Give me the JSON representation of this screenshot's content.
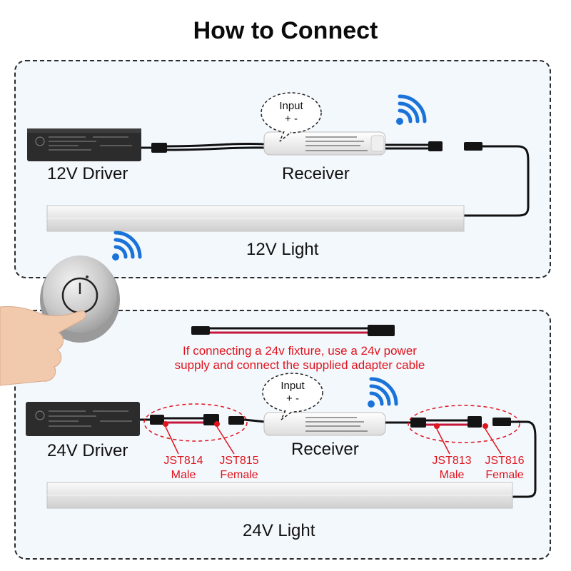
{
  "title": "How to Connect",
  "top_section": {
    "driver_label": "12V Driver",
    "receiver_label": "Receiver",
    "light_label": "12V Light",
    "input_bubble": {
      "label": "Input",
      "signs": "+ -"
    }
  },
  "bottom_section": {
    "note_line1": "If connecting a 24v fixture, use a 24v power",
    "note_line2": "supply and connect the supplied adapter cable",
    "driver_label": "24V Driver",
    "receiver_label": "Receiver",
    "light_label": "24V Light",
    "input_bubble": {
      "label": "Input",
      "signs": "+ -"
    },
    "connectors": [
      {
        "name": "JST814",
        "type": "Male"
      },
      {
        "name": "JST815",
        "type": "Female"
      },
      {
        "name": "JST813",
        "type": "Male"
      },
      {
        "name": "JST816",
        "type": "Female"
      }
    ]
  },
  "colors": {
    "accent_red": "#e0141c",
    "wifi_blue": "#1a73d9",
    "panel_bg": "#f3f8fd"
  }
}
